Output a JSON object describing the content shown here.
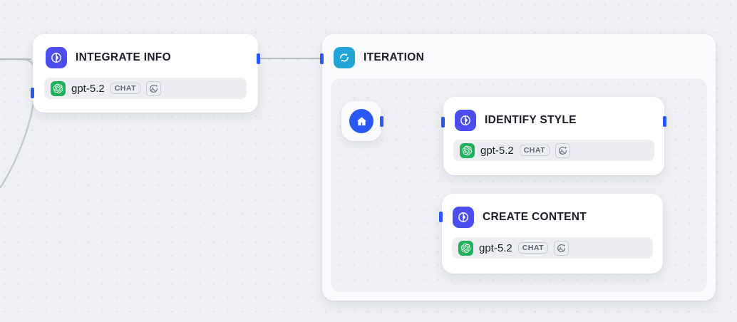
{
  "canvas": {
    "background_color": "#eef0f4",
    "dot_color": "#e1e3ea",
    "edge_color": "#b6bcc6",
    "handle_color": "#2a58f6"
  },
  "nodes": [
    {
      "id": "integrate-info",
      "title": "INTEGRATE INFO",
      "icon": "llm-icon",
      "icon_color": "#4b4dee",
      "model": {
        "logo": "openai-logo-icon",
        "logo_color": "#21b15c",
        "name": "gpt-5.2",
        "badge": "CHAT",
        "vision_icon": "image-sparkle-icon"
      }
    },
    {
      "id": "iteration",
      "title": "ITERATION",
      "icon": "loop-icon",
      "icon_color": "#21a5d8"
    },
    {
      "id": "start",
      "title": "",
      "icon": "home-icon",
      "icon_color": "#2a58f6"
    },
    {
      "id": "identify-style",
      "title": "IDENTIFY STYLE",
      "icon": "llm-icon",
      "icon_color": "#4b4dee",
      "model": {
        "logo": "openai-logo-icon",
        "logo_color": "#21b15c",
        "name": "gpt-5.2",
        "badge": "CHAT",
        "vision_icon": "image-sparkle-icon"
      }
    },
    {
      "id": "create-content",
      "title": "CREATE CONTENT",
      "icon": "llm-icon",
      "icon_color": "#4b4dee",
      "model": {
        "logo": "openai-logo-icon",
        "logo_color": "#21b15c",
        "name": "gpt-5.2",
        "badge": "CHAT",
        "vision_icon": "image-sparkle-icon"
      }
    }
  ]
}
